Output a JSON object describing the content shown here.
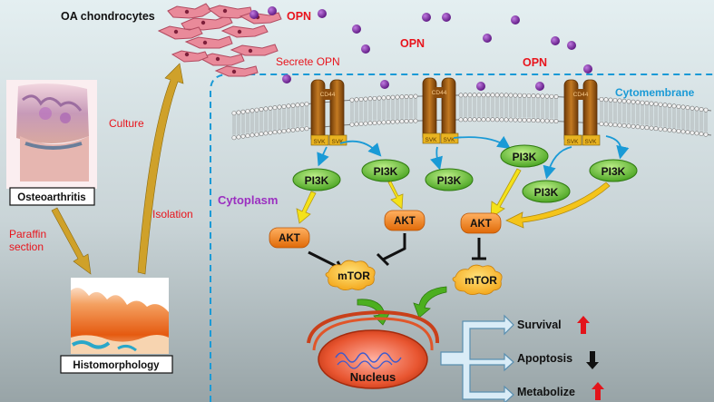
{
  "labels": {
    "oa_chondrocytes": "OA chondrocytes",
    "opn": "OPN",
    "secrete_opn": "Secrete OPN",
    "cytomembrane": "Cytomembrane",
    "culture": "Culture",
    "isolation": "Isolation",
    "cytoplasm": "Cytoplasm",
    "paraffin_section_line1": "Paraffin",
    "paraffin_section_line2": "section",
    "osteoarthritis": "Osteoarthritis",
    "histomorphology": "Histomorphology",
    "receptor": "CD44",
    "svk": "SVK",
    "pi3k": "PI3K",
    "akt": "AKT",
    "mtor": "mTOR",
    "nucleus": "Nucleus",
    "survival": "Survival",
    "apoptosis": "Apoptosis",
    "metabolize": "Metabolize"
  },
  "colors": {
    "background_top": "#e4eff1",
    "background_bottom": "#9aa6a9",
    "opn_red": "#e8141c",
    "membrane_blue": "#1a9ad6",
    "cytoplasm_purple": "#9b30c0",
    "opn_dot": "#7b2aa0",
    "receptor_brown": "#9a5a12",
    "pi3k_green": "#4db624",
    "akt_orange": "#f07a10",
    "mtor_yellow": "#f6b21a",
    "inhibit_black": "#111111",
    "arrow_gold": "#d7a820",
    "outcome_up_red": "#e3141b",
    "outcome_down_black": "#111111"
  },
  "outcomes": [
    {
      "label_key": "survival",
      "direction": "up"
    },
    {
      "label_key": "apoptosis",
      "direction": "down"
    },
    {
      "label_key": "metabolize",
      "direction": "up"
    }
  ]
}
